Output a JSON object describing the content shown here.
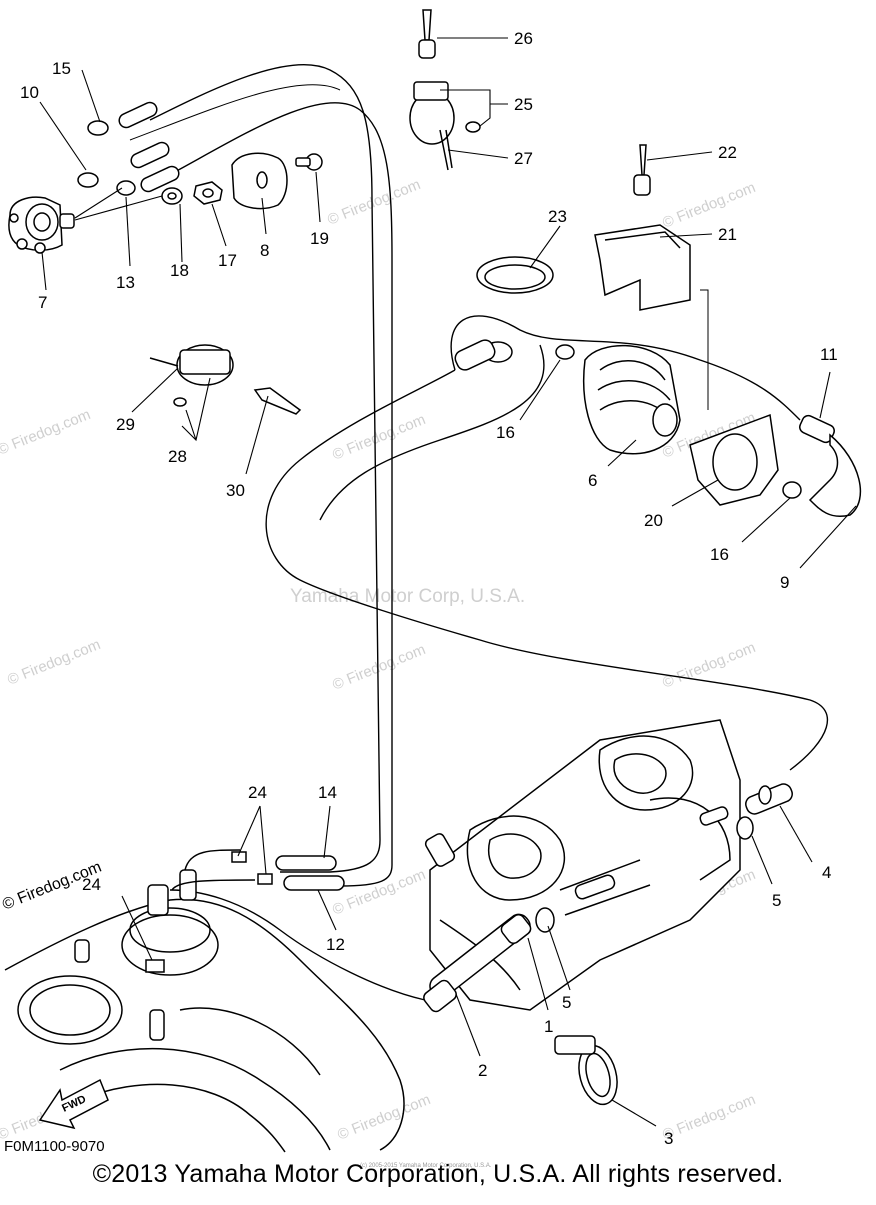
{
  "callouts": [
    {
      "id": "1",
      "text": "1"
    },
    {
      "id": "2",
      "text": "2"
    },
    {
      "id": "3",
      "text": "3"
    },
    {
      "id": "4",
      "text": "4"
    },
    {
      "id": "5a",
      "text": "5"
    },
    {
      "id": "5b",
      "text": "5"
    },
    {
      "id": "6",
      "text": "6"
    },
    {
      "id": "7",
      "text": "7"
    },
    {
      "id": "8",
      "text": "8"
    },
    {
      "id": "9",
      "text": "9"
    },
    {
      "id": "10",
      "text": "10"
    },
    {
      "id": "11",
      "text": "11"
    },
    {
      "id": "12",
      "text": "12"
    },
    {
      "id": "13",
      "text": "13"
    },
    {
      "id": "14",
      "text": "14"
    },
    {
      "id": "15",
      "text": "15"
    },
    {
      "id": "16a",
      "text": "16"
    },
    {
      "id": "16b",
      "text": "16"
    },
    {
      "id": "17",
      "text": "17"
    },
    {
      "id": "18",
      "text": "18"
    },
    {
      "id": "19",
      "text": "19"
    },
    {
      "id": "20",
      "text": "20"
    },
    {
      "id": "21",
      "text": "21"
    },
    {
      "id": "22",
      "text": "22"
    },
    {
      "id": "23",
      "text": "23"
    },
    {
      "id": "24a",
      "text": "24"
    },
    {
      "id": "24b",
      "text": "24"
    },
    {
      "id": "25",
      "text": "25"
    },
    {
      "id": "26",
      "text": "26"
    },
    {
      "id": "27",
      "text": "27"
    },
    {
      "id": "28",
      "text": "28"
    },
    {
      "id": "29",
      "text": "29"
    },
    {
      "id": "30",
      "text": "30"
    }
  ],
  "watermark": {
    "center": "Yamaha Motor Corp, U.S.A.",
    "site": "© Firedog.com"
  },
  "fwd_label": "FWD",
  "drawing_code": "F0M1100-9070",
  "copyright": "©2013 Yamaha Motor Corporation, U.S.A. All rights reserved.",
  "tiny_notice": "(c) 2005-2015 Yamaha Motor Corporation, U.S.A."
}
